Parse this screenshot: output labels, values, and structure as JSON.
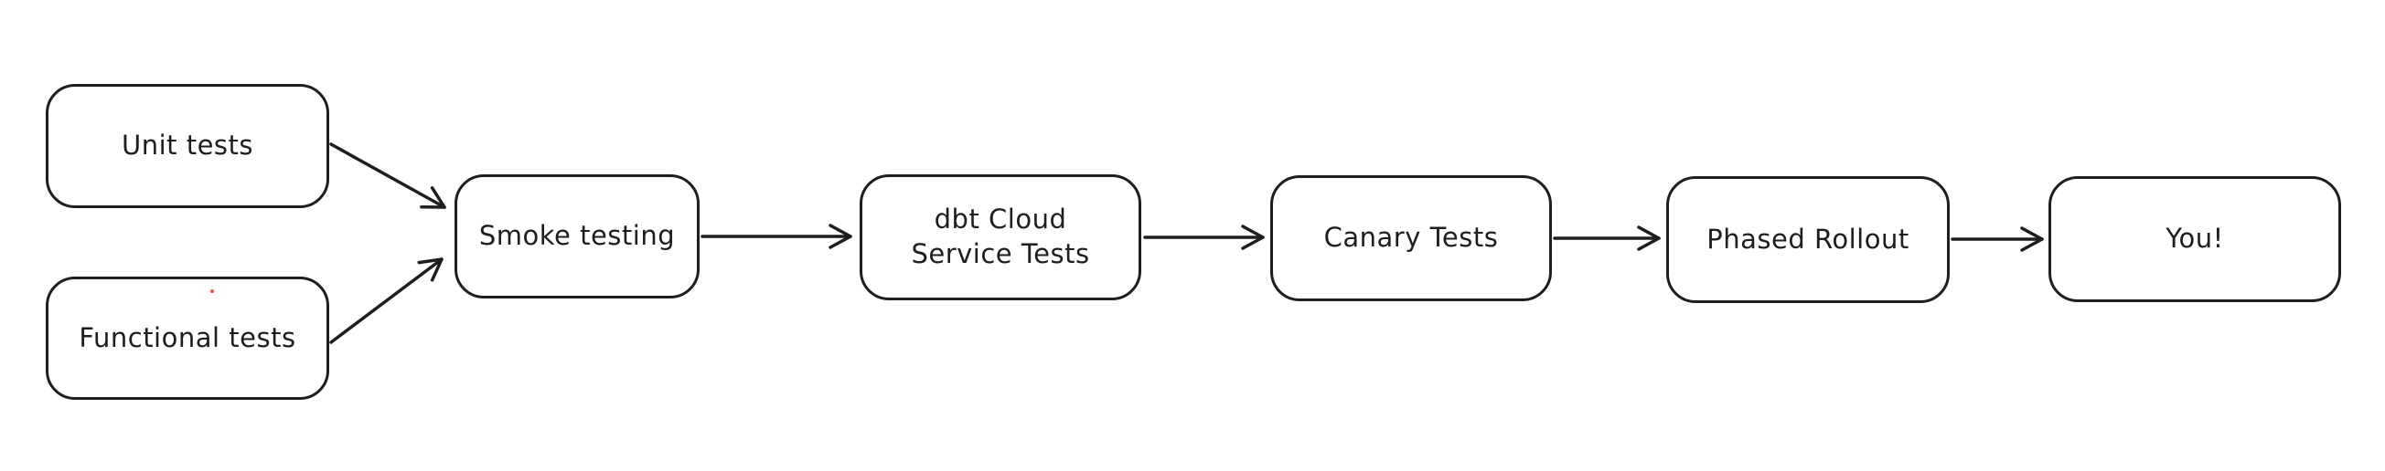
{
  "canvas": {
    "background": "#ffffff",
    "stroke_color": "#1e1e1e",
    "style": "hand-drawn-whiteboard"
  },
  "diagram": {
    "type": "flowchart",
    "direction": "left-to-right",
    "nodes": [
      {
        "id": "unit-tests",
        "label": "Unit tests"
      },
      {
        "id": "functional-tests",
        "label": "Functional tests"
      },
      {
        "id": "smoke-testing",
        "label": "Smoke testing"
      },
      {
        "id": "dbt-cloud-service-tests",
        "label": "dbt Cloud Service Tests",
        "label_lines": [
          "dbt Cloud",
          "Service Tests"
        ]
      },
      {
        "id": "canary-tests",
        "label": "Canary Tests"
      },
      {
        "id": "phased-rollout",
        "label": "Phased Rollout"
      },
      {
        "id": "you",
        "label": "You!"
      }
    ],
    "edges": [
      {
        "from": "unit-tests",
        "to": "smoke-testing"
      },
      {
        "from": "functional-tests",
        "to": "smoke-testing"
      },
      {
        "from": "smoke-testing",
        "to": "dbt-cloud-service-tests"
      },
      {
        "from": "dbt-cloud-service-tests",
        "to": "canary-tests"
      },
      {
        "from": "canary-tests",
        "to": "phased-rollout"
      },
      {
        "from": "phased-rollout",
        "to": "you"
      }
    ],
    "artifacts": {
      "stray_red_dot_color": "#e03131"
    }
  }
}
